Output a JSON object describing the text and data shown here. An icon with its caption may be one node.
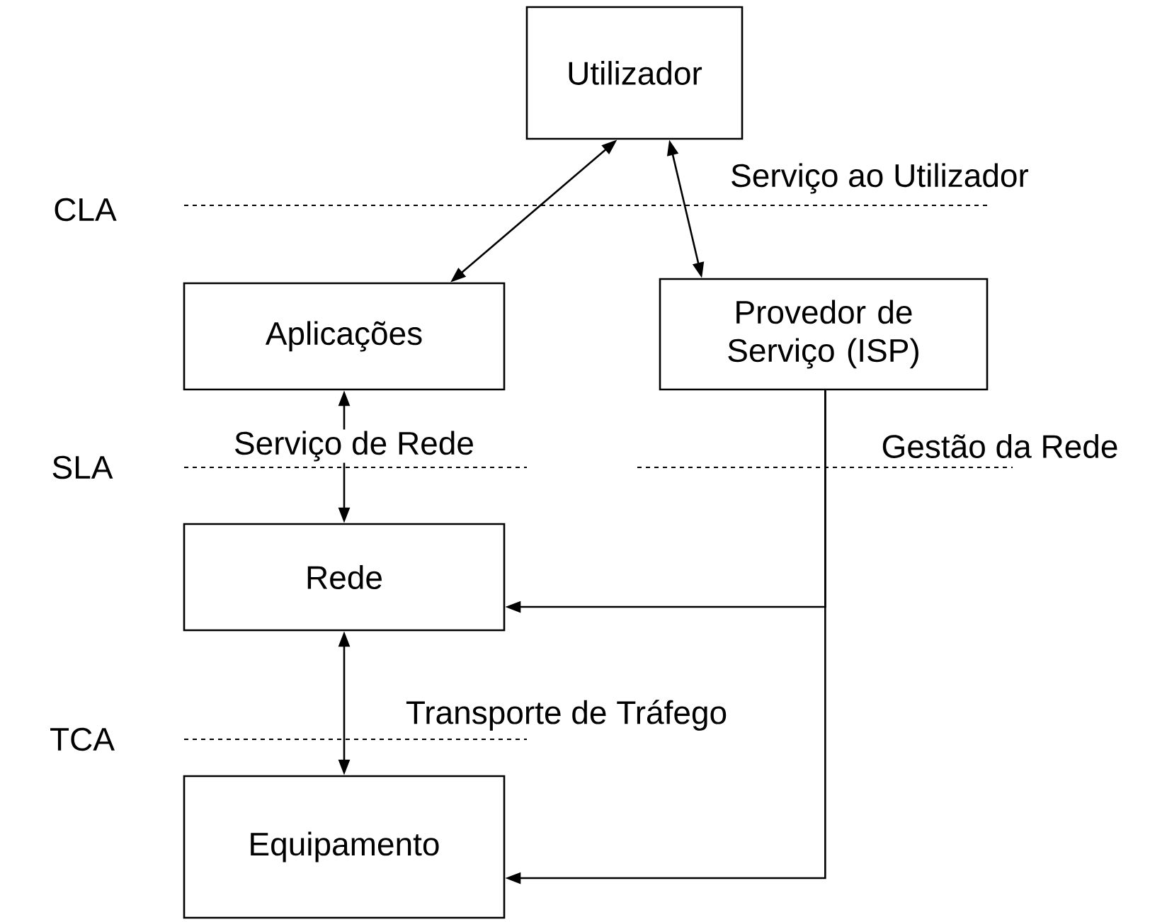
{
  "diagram": {
    "nodes": [
      {
        "text": [
          "Utilizador"
        ]
      },
      {
        "text": [
          "Aplicações"
        ]
      },
      {
        "text": [
          "Provedor de Serviço (ISP)"
        ]
      },
      {
        "text": [
          "Rede"
        ]
      },
      {
        "text": [
          "Equipamento"
        ]
      }
    ],
    "edges": [
      {
        "from": 0,
        "to": 1,
        "arrow": "both"
      },
      {
        "from": 0,
        "to": 2,
        "arrow": "both"
      },
      {
        "from": 1,
        "to": 3,
        "arrow": "both"
      },
      {
        "from": 3,
        "to": 4,
        "arrow": "both"
      },
      {
        "from": 2,
        "to": 3,
        "arrow": "to"
      },
      {
        "from": 2,
        "to": 4,
        "arrow": "to"
      }
    ],
    "labels": [
      "Serviço ao Utilizador",
      "CLA",
      "Serviço de Rede",
      "Gestão da Rede",
      "SLA",
      "Transporte de Tráfego",
      "TCA"
    ]
  }
}
